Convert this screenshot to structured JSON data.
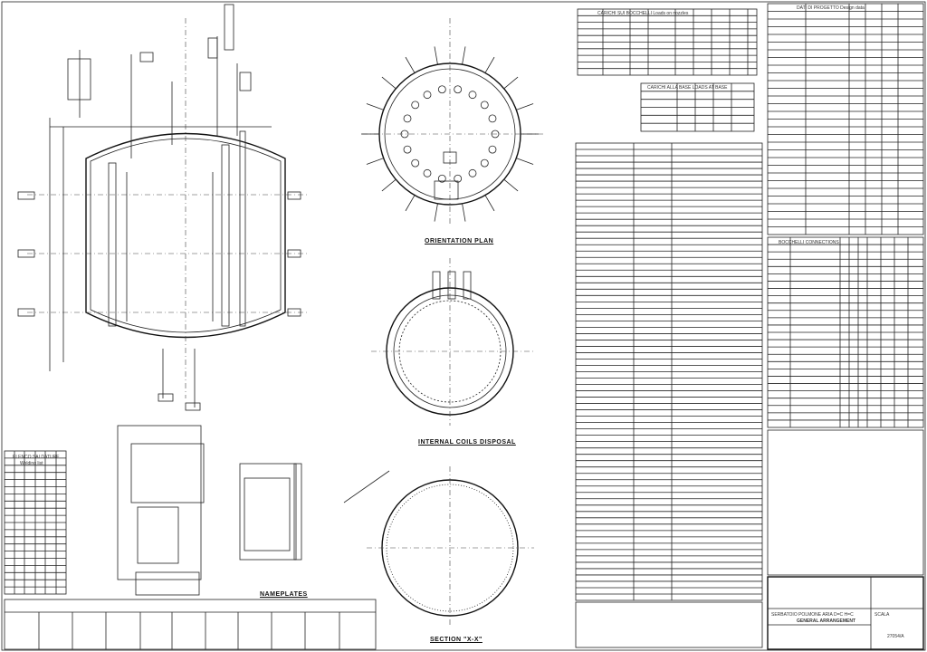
{
  "drawing": {
    "views": {
      "orientation_plan": "ORIENTATION PLAN",
      "internal_coils": "INTERNAL COILS DISPOSAL",
      "section": "SECTION \"X-X\"",
      "nameplates": "NAMEPLATES",
      "welds_table": "ELENCO SALDATURE",
      "welds_table_sub": "Welding list"
    },
    "tables": {
      "nozzle_loads": "CARICHI SUI BOCCHELLI   Loads on nozzles",
      "support_loads": "CARICHI ALLA BASE   LOADS AT BASE",
      "design_data": "DATI DI PROGETTO   Design data",
      "nozzles": "BOCCHELLI   CONNECTIONS"
    },
    "title_block": {
      "title_line1": "SERBATOIO POLMONE ARIA  D=C  H=C",
      "title_line2": "GENERAL ARRANGEMENT",
      "drawing_no": "27054/A",
      "scale": "SCALA"
    },
    "colors": {
      "ink": "#222222",
      "paper": "#ffffff"
    }
  }
}
